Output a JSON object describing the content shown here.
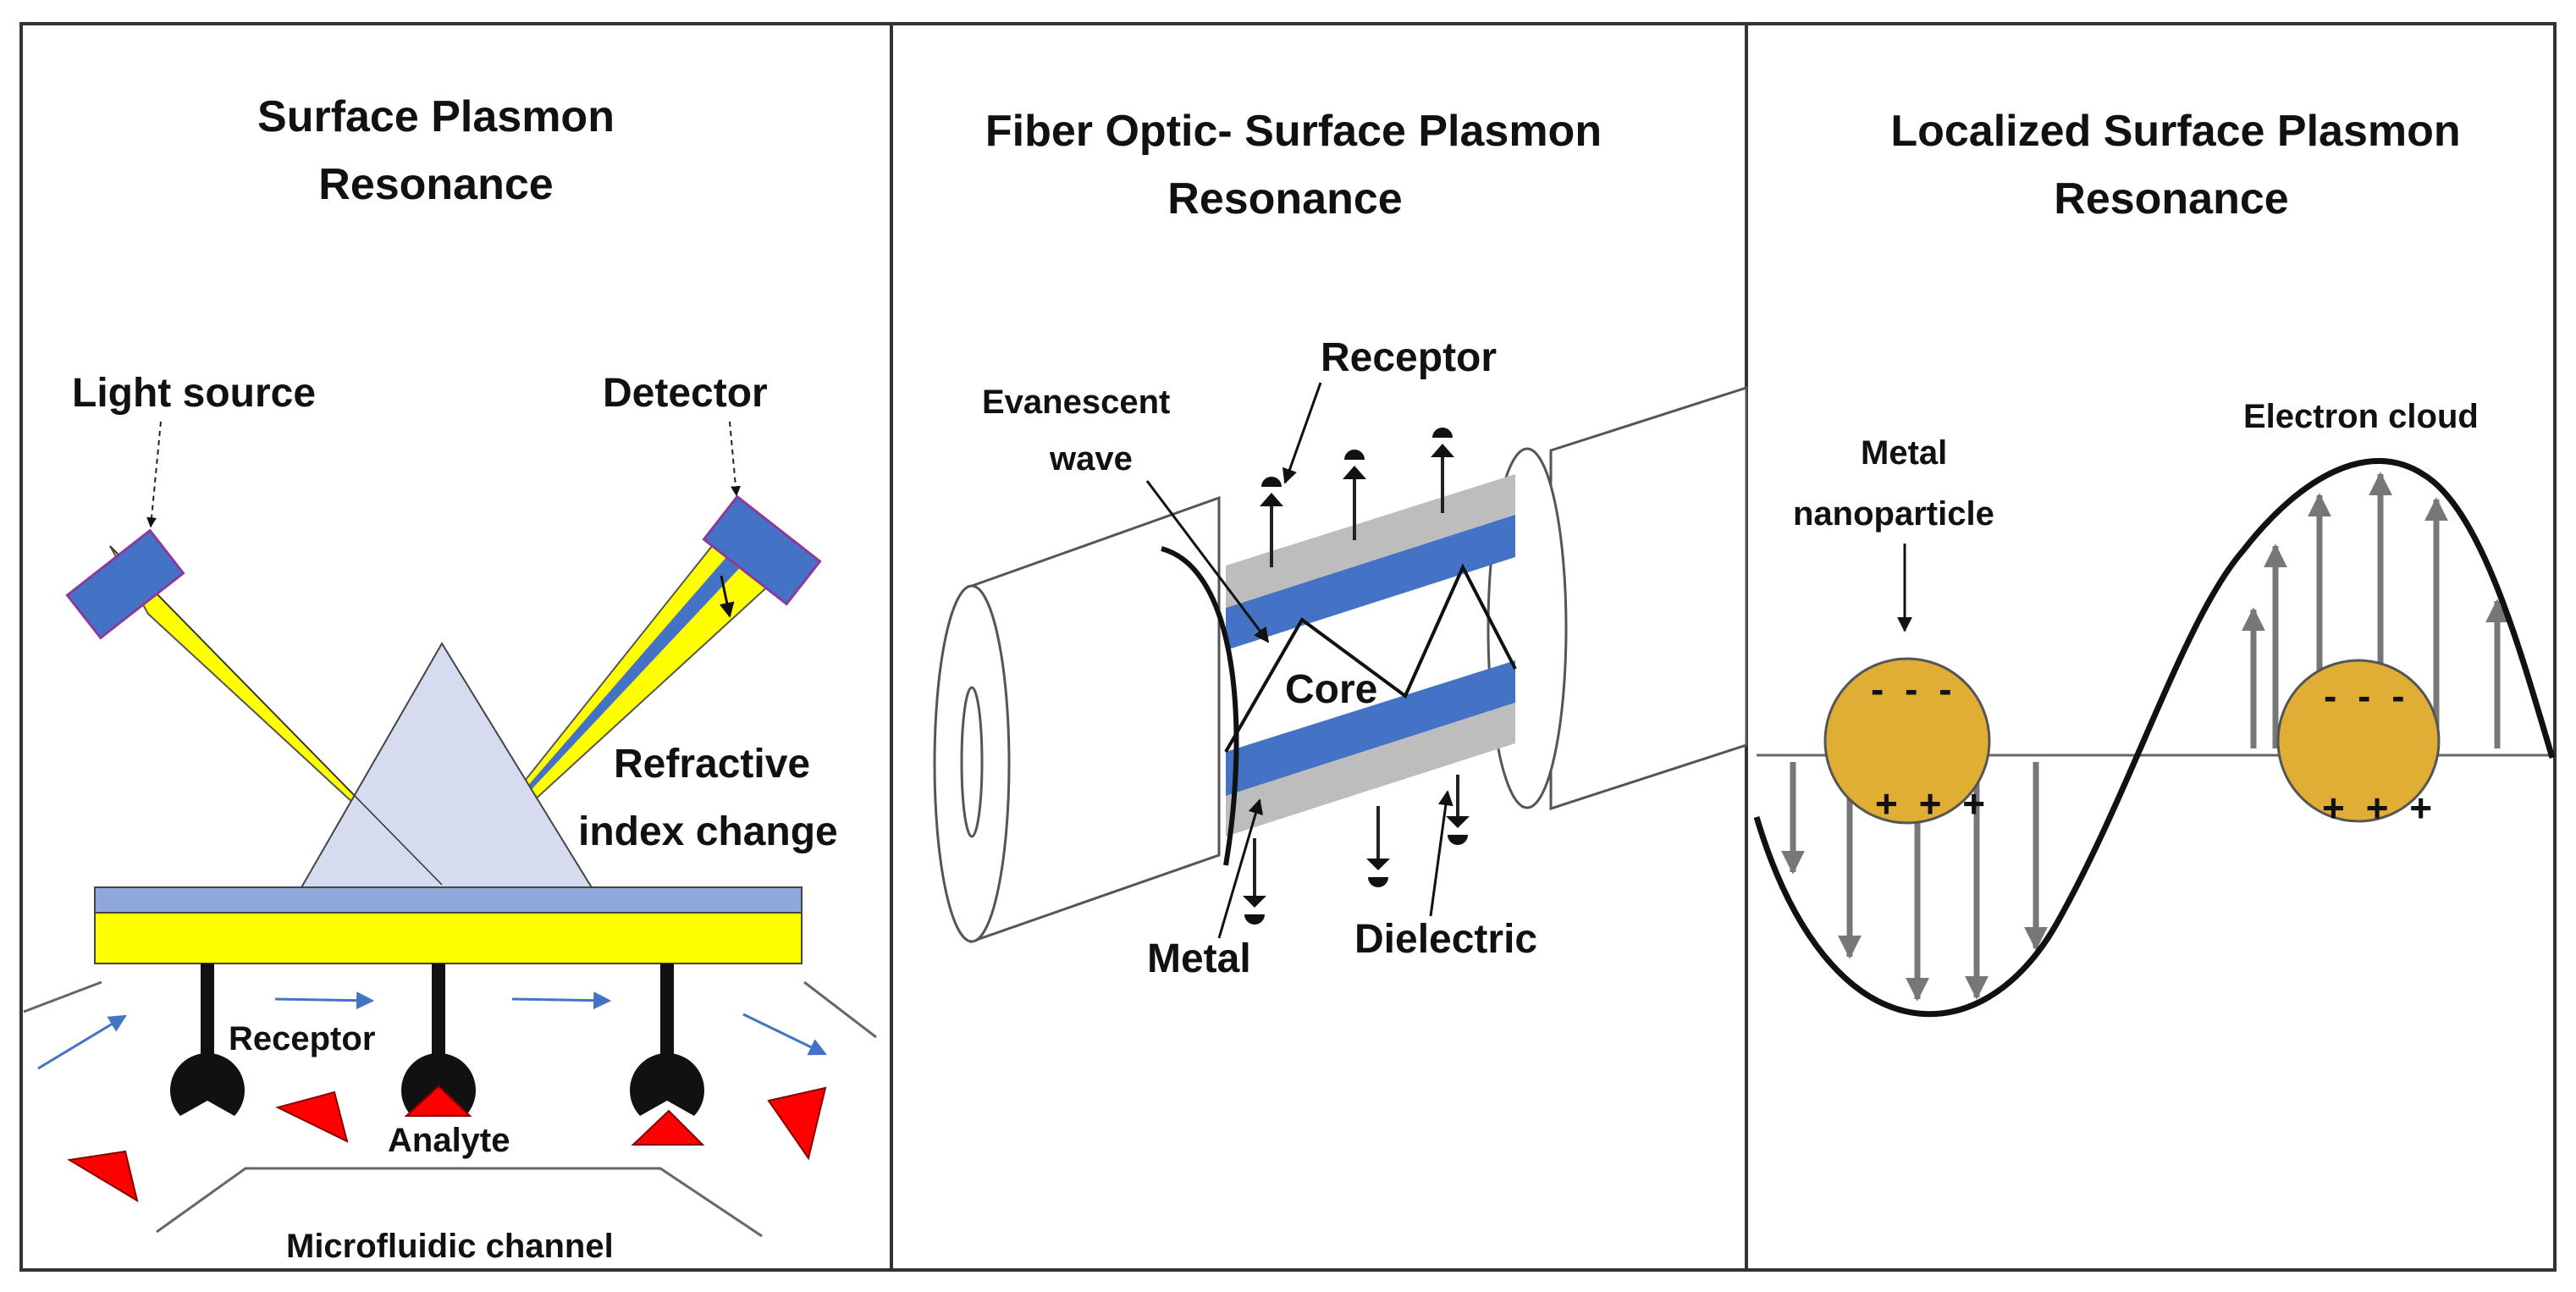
{
  "panels": {
    "spr": {
      "title_line1": "Surface Plasmon",
      "title_line2": "Resonance",
      "light_source": "Light source",
      "detector": "Detector",
      "ri_line1": "Refractive",
      "ri_line2": "index change",
      "receptor": "Receptor",
      "analyte": "Analyte",
      "channel": "Microfluidic channel"
    },
    "fospr": {
      "title_line1": "Fiber Optic- Surface Plasmon",
      "title_line2": "Resonance",
      "receptor": "Receptor",
      "evanescent_line1": "Evanescent",
      "evanescent_line2": "wave",
      "core": "Core",
      "metal": "Metal",
      "dielectric": "Dielectric"
    },
    "lspr": {
      "title_line1": "Localized Surface Plasmon",
      "title_line2": "Resonance",
      "metal_line1": "Metal",
      "metal_line2": "nanoparticle",
      "electron_cloud": "Electron cloud",
      "minus_signs": "- - -",
      "plus_signs": "+ + +"
    }
  },
  "colors": {
    "gold": "#E0AE34",
    "blue": "#4472C4",
    "yellow": "#FFFF00",
    "red": "#FF0000",
    "prism": "#D6DCF0"
  }
}
